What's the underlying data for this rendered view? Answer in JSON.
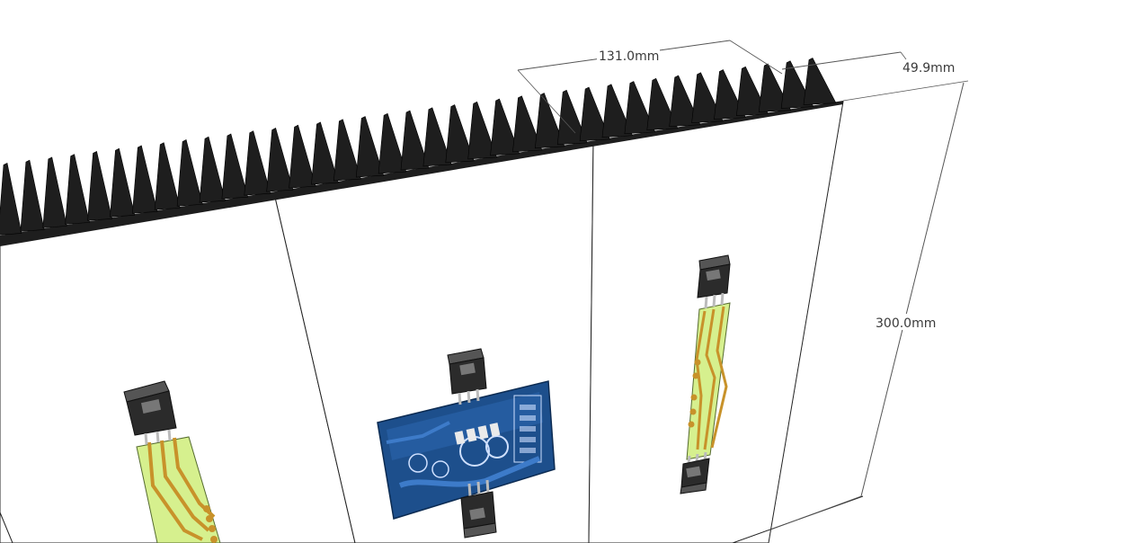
{
  "dimensions": {
    "width": "131.0mm",
    "depth": "49.9mm",
    "height": "300.0mm"
  },
  "heatsink": {
    "fin_count": 37
  },
  "colors": {
    "fin": "#1e1e1e",
    "panel": "#ffffff",
    "edge": "#111111",
    "pcb_green": "#d6f08e",
    "trace": "#c8922a",
    "pcb_blue": "#1d4f8c",
    "transistor": "#2b2b2b",
    "dim_line": "#555555"
  }
}
